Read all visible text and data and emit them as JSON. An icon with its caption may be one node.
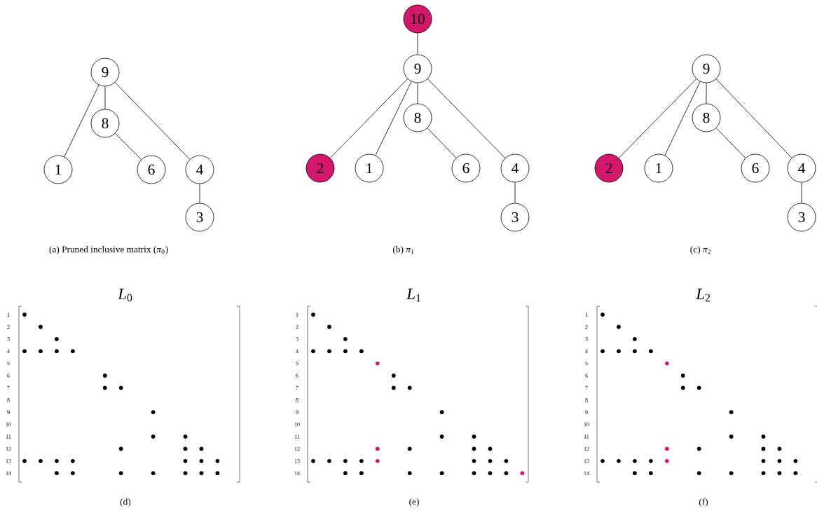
{
  "diagram": {
    "nodes": [
      {
        "text": [
          "9"
        ]
      },
      {
        "text": [
          "8"
        ]
      },
      {
        "text": [
          "1"
        ]
      },
      {
        "text": [
          "6"
        ]
      },
      {
        "text": [
          "4"
        ]
      },
      {
        "text": [
          "3"
        ]
      },
      {
        "text": [
          "10"
        ]
      },
      {
        "text": [
          "9"
        ]
      },
      {
        "text": [
          "8"
        ]
      },
      {
        "text": [
          "2"
        ]
      },
      {
        "text": [
          "1"
        ]
      },
      {
        "text": [
          "6"
        ]
      },
      {
        "text": [
          "4"
        ]
      },
      {
        "text": [
          "3"
        ]
      },
      {
        "text": [
          "9"
        ]
      },
      {
        "text": [
          "8"
        ]
      },
      {
        "text": [
          "2"
        ]
      },
      {
        "text": [
          "1"
        ]
      },
      {
        "text": [
          "6"
        ]
      },
      {
        "text": [
          "4"
        ]
      },
      {
        "text": [
          "3"
        ]
      }
    ],
    "edges": [
      {
        "from": 0,
        "to": 1,
        "arrow": "none"
      },
      {
        "from": 0,
        "to": 2,
        "arrow": "none"
      },
      {
        "from": 0,
        "to": 4,
        "arrow": "none"
      },
      {
        "from": 1,
        "to": 3,
        "arrow": "none"
      },
      {
        "from": 4,
        "to": 5,
        "arrow": "none"
      },
      {
        "from": 6,
        "to": 7,
        "arrow": "none"
      },
      {
        "from": 7,
        "to": 9,
        "arrow": "none"
      },
      {
        "from": 7,
        "to": 10,
        "arrow": "none"
      },
      {
        "from": 7,
        "to": 8,
        "arrow": "none"
      },
      {
        "from": 7,
        "to": 12,
        "arrow": "none"
      },
      {
        "from": 8,
        "to": 11,
        "arrow": "none"
      },
      {
        "from": 12,
        "to": 13,
        "arrow": "none"
      },
      {
        "from": 14,
        "to": 16,
        "arrow": "none"
      },
      {
        "from": 14,
        "to": 17,
        "arrow": "none"
      },
      {
        "from": 14,
        "to": 15,
        "arrow": "none"
      },
      {
        "from": 14,
        "to": 19,
        "arrow": "none"
      },
      {
        "from": 15,
        "to": 18,
        "arrow": "none"
      },
      {
        "from": 19,
        "to": 20,
        "arrow": "none"
      }
    ],
    "labels": [
      "(a) Pruned inclusive matrix (*π*$_{0}$)",
      "(b) *π*$_{1}$",
      "(c) *π*$_{2}$",
      "*L*$_{0}$",
      "*L*$_{1}$",
      "*L*$_{2}$",
      "1",
      "2",
      "3",
      "4",
      "5",
      "6",
      "7",
      "8",
      "9",
      "10",
      "11",
      "12",
      "13",
      "14",
      "1",
      "2",
      "3",
      "4",
      "5",
      "6",
      "7",
      "8",
      "9",
      "10",
      "11",
      "12",
      "13",
      "14",
      "1",
      "2",
      "3",
      "4",
      "5",
      "6",
      "7",
      "8",
      "9",
      "10",
      "11",
      "12",
      "13",
      "14",
      "(d)",
      "(e)",
      "(f)"
    ]
  }
}
